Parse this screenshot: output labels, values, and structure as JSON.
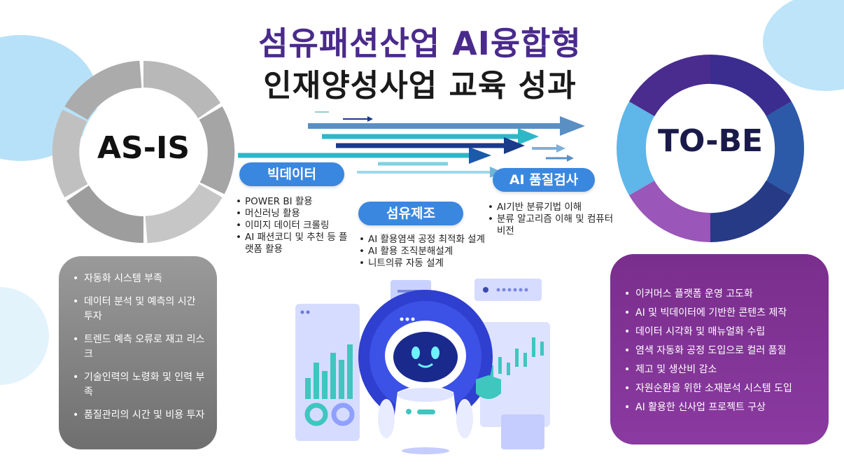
{
  "title": {
    "line1": "섬유패션산업 AI융합형",
    "line2": "인재양성사업 교육 성과"
  },
  "as_is": {
    "label": "AS-IS",
    "items": [
      "자동화 시스템 부족",
      "데이터 분석 및 예측의 시간 투자",
      "트렌드 예측 오류로 재고 리스크",
      "기술인력의 노령화 및 인력 부족",
      "품질관리의 시간 및 비용 투자"
    ]
  },
  "to_be": {
    "label": "TO-BE",
    "items": [
      "이커머스 플랫폼 운영 고도화",
      "AI 및 빅데이터에 기반한 콘텐츠 제작",
      "데이터 시각화 및 매뉴얼화 수립",
      "염색 자동화 공정 도입으로 컬러 품질",
      "제고 및 생산비 감소",
      "자원순환을 위한 소재분석 시스템 도입",
      "AI 활용한 신사업 프로젝트 구상"
    ]
  },
  "bigdata": {
    "label": "빅데이터",
    "items": [
      "POWER BI 활용",
      "머신러닝 활용",
      "이미지 데이터 크롤링",
      "AI 패션코디 및 추천 등 플랫폼 활용"
    ]
  },
  "fiber": {
    "label": "섬유제조",
    "items": [
      "AI 활용염색 공정 최적화 설계",
      "AI 활용 조직분해설계",
      "니트의류 자동 설계"
    ]
  },
  "quality": {
    "label": "AI 품질검사",
    "items": [
      "AI기반 분류기법 이해",
      "분류 알고리즘 이해 및 컴퓨터 비전"
    ]
  },
  "colors": {
    "title_purple": "#4a2a8c",
    "pill_blue": "#3a87e0",
    "gray_box": "#7f7f7f",
    "purple_box": "#7a2e8c"
  }
}
